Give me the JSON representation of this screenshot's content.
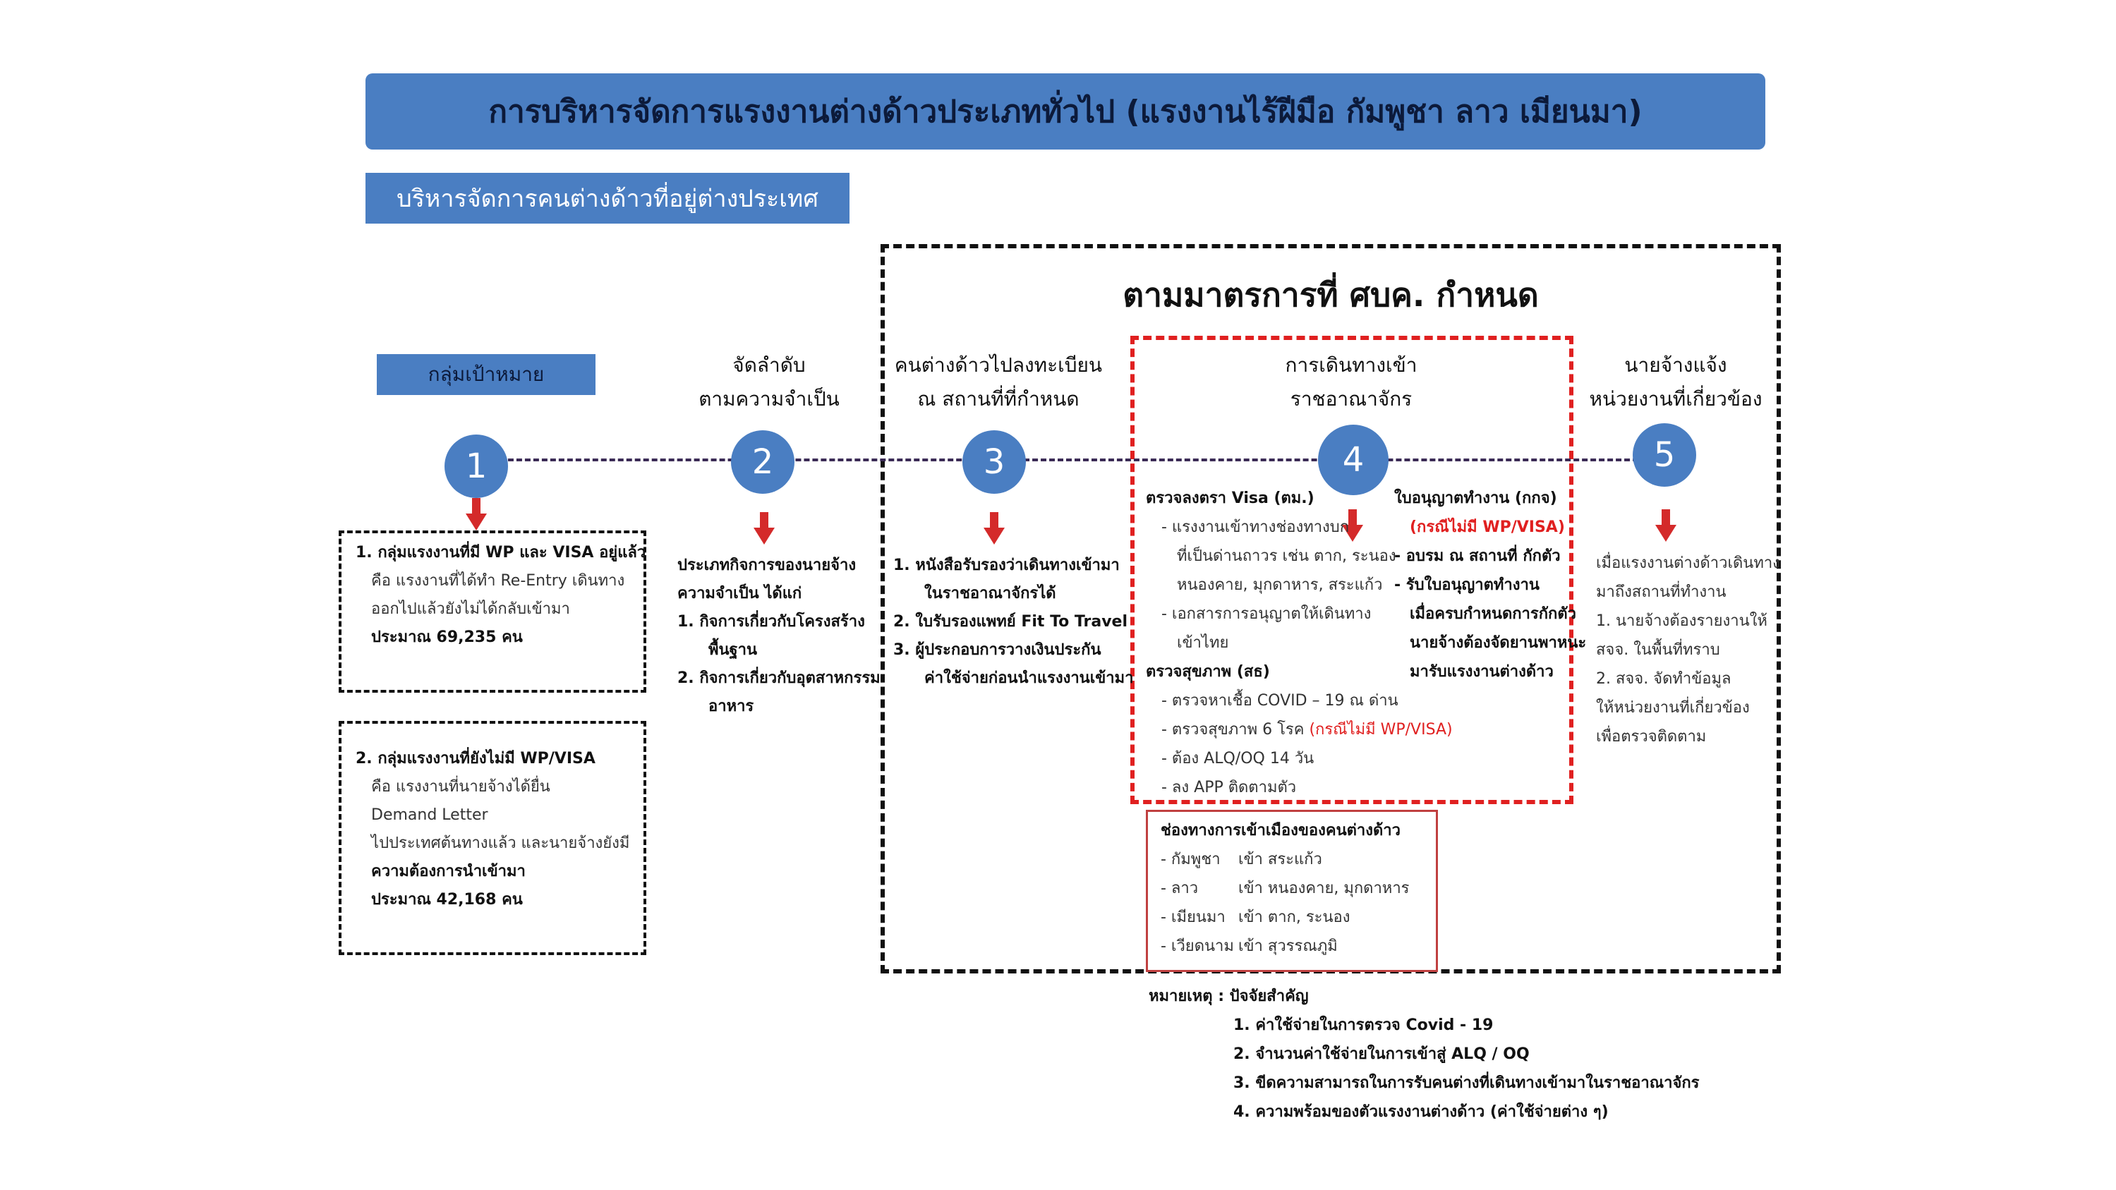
{
  "title": "การบริหารจัดการแรงงานต่างด้าวประเภททั่วไป (แรงงานไร้ฝีมือ กัมพูชา ลาว เมียนมา)",
  "subtitle": "บริหารจัดการคนต่างด้าวที่อยู่ต่างประเทศ",
  "measures_title": "ตามมาตรการที่ ศบค. กำหนด",
  "colors": {
    "banner": "#4a7ec2",
    "red_accent": "#e02020",
    "dash": "#111111"
  },
  "steps": [
    {
      "number": "1",
      "label": "กลุ่มเป้าหมาย"
    },
    {
      "number": "2",
      "heading": [
        "จัดลำดับ",
        "ตามความจำเป็น"
      ]
    },
    {
      "number": "3",
      "heading": [
        "คนต่างด้าวไปลงทะเบียน",
        "ณ สถานที่ที่กำหนด"
      ]
    },
    {
      "number": "4",
      "heading": [
        "การเดินทางเข้า",
        "ราชอาณาจักร"
      ]
    },
    {
      "number": "5",
      "heading": [
        "นายจ้างแจ้ง",
        "หน่วยงานที่เกี่ยวข้อง"
      ]
    }
  ],
  "group1": {
    "title": "1. กลุ่มแรงงานที่มี WP และ VISA อยู่แล้ว",
    "lines": [
      "คือ แรงงานที่ได้ทำ Re-Entry เดินทาง",
      "ออกไปแล้วยังไม่ได้กลับเข้ามา"
    ],
    "count": "ประมาณ    69,235  คน"
  },
  "group2": {
    "title": "2. กลุ่มแรงงานที่ยังไม่มี WP/VISA",
    "lines": [
      "คือ แรงงานที่นายจ้างได้ยื่น",
      "Demand Letter",
      "ไปประเทศต้นทางแล้ว และนายจ้างยังมี"
    ],
    "need": "ความต้องการนำเข้ามา",
    "count": "ประมาณ 42,168 คน"
  },
  "step2_body": {
    "intro": [
      "ประเภทกิจการของนายจ้าง",
      "ความจำเป็น ได้แก่"
    ],
    "items": [
      "1. กิจการเกี่ยวกับโครงสร้าง",
      "พื้นฐาน",
      "2. กิจการเกี่ยวกับอุตสาหกรรม",
      "อาหาร"
    ]
  },
  "step3_body": {
    "items": [
      "1. หนังสือรับรองว่าเดินทางเข้ามา",
      "ในราชอาณาจักรได้",
      "2. ใบรับรองแพทย์ Fit To Travel",
      "3. ผู้ประกอบการวางเงินประกัน",
      "ค่าใช้จ่ายก่อนนำแรงงานเข้ามา"
    ]
  },
  "step4_left": {
    "visa_head": "ตรวจลงตรา Visa (ตม.)",
    "visa_lines": [
      "- แรงงานเข้าทางช่องทางบก",
      "ที่เป็นด่านถาวร เช่น ตาก, ระนอง",
      "หนองคาย, มุกดาหาร, สระแก้ว",
      "- เอกสารการอนุญาตให้เดินทาง",
      "เข้าไทย"
    ],
    "health_head": "ตรวจสุขภาพ (สธ)",
    "health_1": "- ตรวจหาเชื้อ COVID – 19  ณ ด่าน",
    "health_2a": "- ตรวจสุขภาพ 6 โรค ",
    "health_2b": "(กรณีไม่มี WP/VISA)",
    "health_3": "- ต้อง ALQ/OQ 14 วัน",
    "health_4": "- ลง APP ติดตามตัว"
  },
  "step4_right": {
    "head": "ใบอนุญาตทำงาน (กกจ)",
    "note": "(กรณีไม่มี WP/VISA)",
    "lines": [
      "- อบรม ณ สถานที่ กักตัว",
      "- รับใบอนุญาตทำงาน",
      "เมื่อครบกำหนดการกักตัว",
      "นายจ้างต้องจัดยานพาหนะ",
      "มารับแรงงานต่างด้าว"
    ]
  },
  "entry_channels": {
    "title": "ช่องทางการเข้าเมืองของคนต่างด้าว",
    "rows": [
      {
        "country": "- กัมพูชา",
        "route": "เข้า สระแก้ว"
      },
      {
        "country": "- ลาว",
        "route": "เข้า หนองคาย, มุกดาหาร"
      },
      {
        "country": "- เมียนมา",
        "route": "เข้า ตาก, ระนอง"
      },
      {
        "country": "- เวียดนาม",
        "route": "เข้า สุวรรณภูมิ"
      }
    ]
  },
  "step5_body": {
    "lines": [
      "เมื่อแรงงานต่างด้าวเดินทาง",
      "มาถึงสถานที่ทำงาน",
      "1. นายจ้างต้องรายงานให้",
      "สจจ. ในพื้นที่ทราบ",
      "2. สจจ. จัดทำข้อมูล",
      "ให้หน่วยงานที่เกี่ยวข้อง",
      "เพื่อตรวจติดตาม"
    ]
  },
  "remarks": {
    "head": "หมายเหตุ : ปัจจัยสำคัญ",
    "items": [
      "1. ค่าใช้จ่ายในการตรวจ Covid - 19",
      "2. จำนวนค่าใช้จ่ายในการเข้าสู่ ALQ / OQ",
      "3. ขีดความสามารถในการรับคนต่างที่เดินทางเข้ามาในราชอาณาจักร",
      "4. ความพร้อมของตัวแรงงานต่างด้าว (ค่าใช้จ่ายต่าง ๆ)"
    ]
  }
}
